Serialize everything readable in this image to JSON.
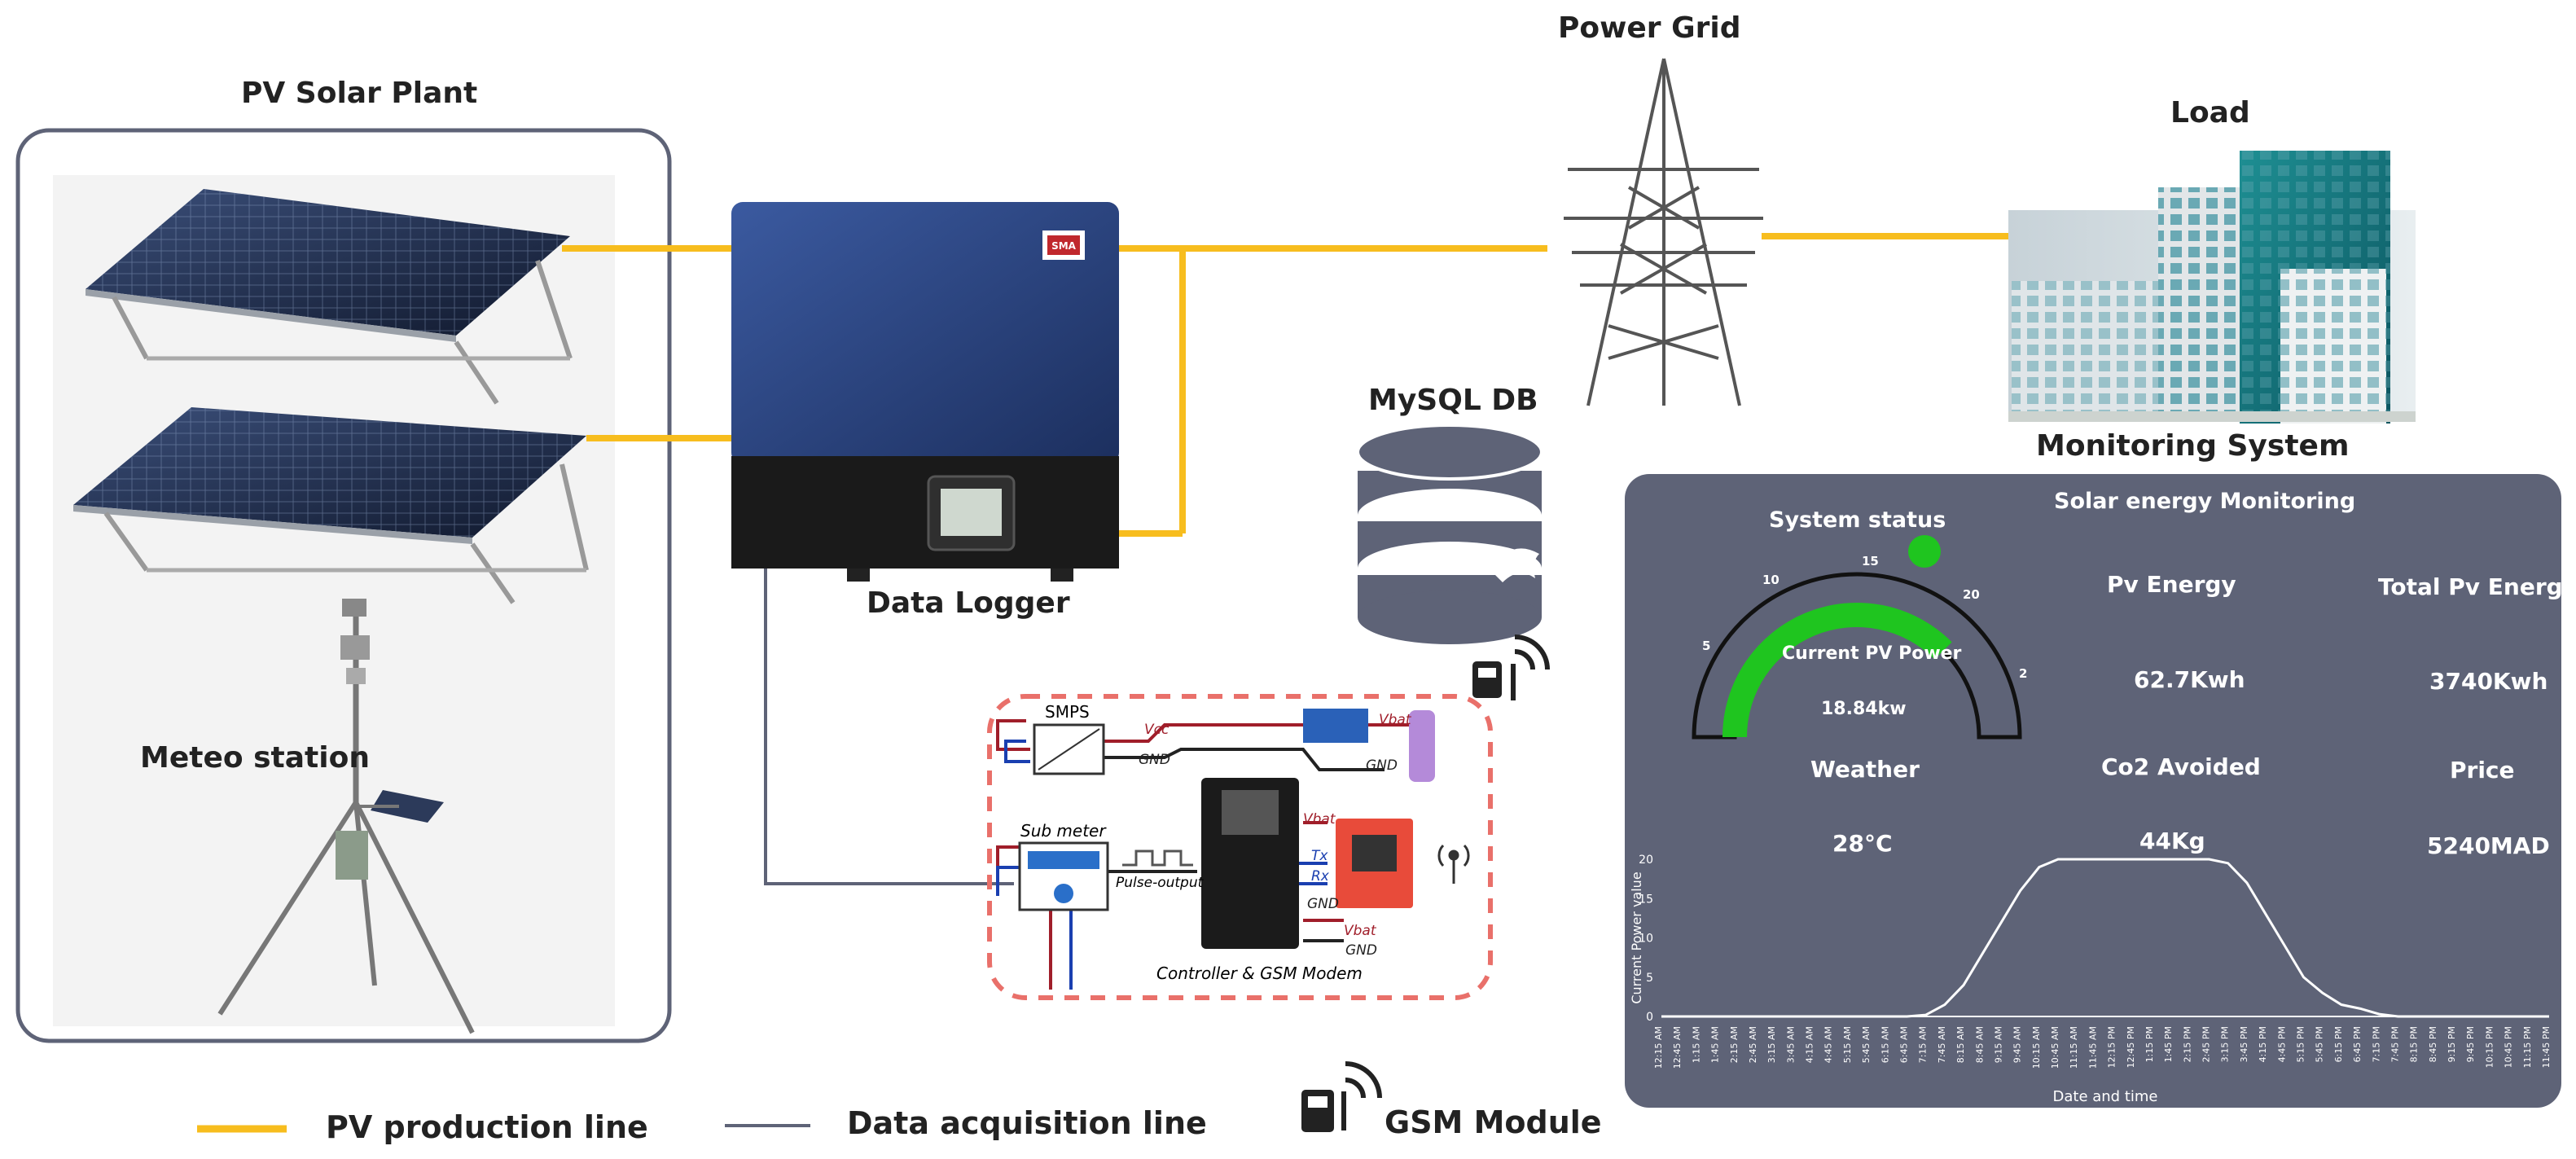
{
  "labels": {
    "pv_plant": "PV Solar Plant",
    "power_grid": "Power Grid",
    "load": "Load",
    "data_logger": "Data Logger",
    "mysql_db": "MySQL DB",
    "meteo_station": "Meteo station",
    "monitoring_system": "Monitoring System"
  },
  "colors": {
    "pv_line": "#F7BD1E",
    "data_line": "#5E6377",
    "monitor_bg": "#5E6377",
    "inverter_blue": "#27407A",
    "gauge_green": "#1FC51F"
  },
  "controller": {
    "smps": "SMPS",
    "sub_meter": "Sub meter",
    "vcc": "Vcc",
    "gnd_1": "GND",
    "gnd_2": "GND",
    "gnd_3": "GND",
    "vbat_1": "Vbat",
    "vbat_2": "Vbat",
    "vbat_3": "Vbat",
    "pulse_output": "Pulse-output",
    "tx": "Tx",
    "rx": "Rx",
    "gnd_vertical": "GND",
    "caption": "Controller & GSM Modem"
  },
  "monitor": {
    "title": "Solar energy Monitoring",
    "system_status": "System status",
    "status_color": "#1FC51F",
    "gauge": {
      "ticks": [
        "5",
        "10",
        "15",
        "20",
        "2"
      ],
      "label": "Current PV Power",
      "value": "18.84kw",
      "fill_fraction": 0.75
    },
    "pv_energy_label": "Pv Energy",
    "pv_energy_value": "62.7Kwh",
    "total_pv_energy_label": "Total Pv Energy",
    "total_pv_energy_value": "3740Kwh",
    "weather_label": "Weather",
    "weather_value": "28°C",
    "co2_label": "Co2 Avoided",
    "co2_value": "44Kg",
    "price_label": "Price",
    "price_value": "5240MAD"
  },
  "chart_data": {
    "type": "line",
    "xlabel": "Date and time",
    "ylabel": "Current Power value",
    "ylim": [
      0,
      20
    ],
    "yticks": [
      "0",
      "5",
      "10",
      "15",
      "20"
    ],
    "x": [
      "12:15 AM",
      "12:45 AM",
      "1:15 AM",
      "1:45 AM",
      "2:15 AM",
      "2:45 AM",
      "3:15 AM",
      "3:45 AM",
      "4:15 AM",
      "4:45 AM",
      "5:15 AM",
      "5:45 AM",
      "6:15 AM",
      "6:45 AM",
      "7:15 AM",
      "7:45 AM",
      "8:15 AM",
      "8:45 AM",
      "9:15 AM",
      "9:45 AM",
      "10:15 AM",
      "10:45 AM",
      "11:15 AM",
      "11:45 AM",
      "12:15 PM",
      "12:45 PM",
      "1:15 PM",
      "1:45 PM",
      "2:15 PM",
      "2:45 PM",
      "3:15 PM",
      "3:45 PM",
      "4:15 PM",
      "4:45 PM",
      "5:15 PM",
      "5:45 PM",
      "6:15 PM",
      "6:45 PM",
      "7:15 PM",
      "7:45 PM",
      "8:15 PM",
      "8:45 PM",
      "9:15 PM",
      "9:45 PM",
      "10:15 PM",
      "10:45 PM",
      "11:15 PM",
      "11:45 PM"
    ],
    "series": [
      {
        "values": [
          0,
          0,
          0,
          0,
          0,
          0,
          0,
          0,
          0,
          0,
          0,
          0,
          0,
          0,
          0.2,
          1.5,
          4,
          8,
          12,
          16,
          19,
          20,
          20,
          20,
          20,
          20,
          20,
          20,
          20,
          20,
          19.5,
          17,
          13,
          9,
          5,
          3,
          1.5,
          1,
          0.3,
          0,
          0,
          0,
          0,
          0,
          0,
          0,
          0,
          0
        ]
      }
    ]
  },
  "legend": {
    "pv_production_line": "PV production line",
    "data_acquisition_line": "Data acquisition line",
    "gsm_module": "GSM Module"
  }
}
